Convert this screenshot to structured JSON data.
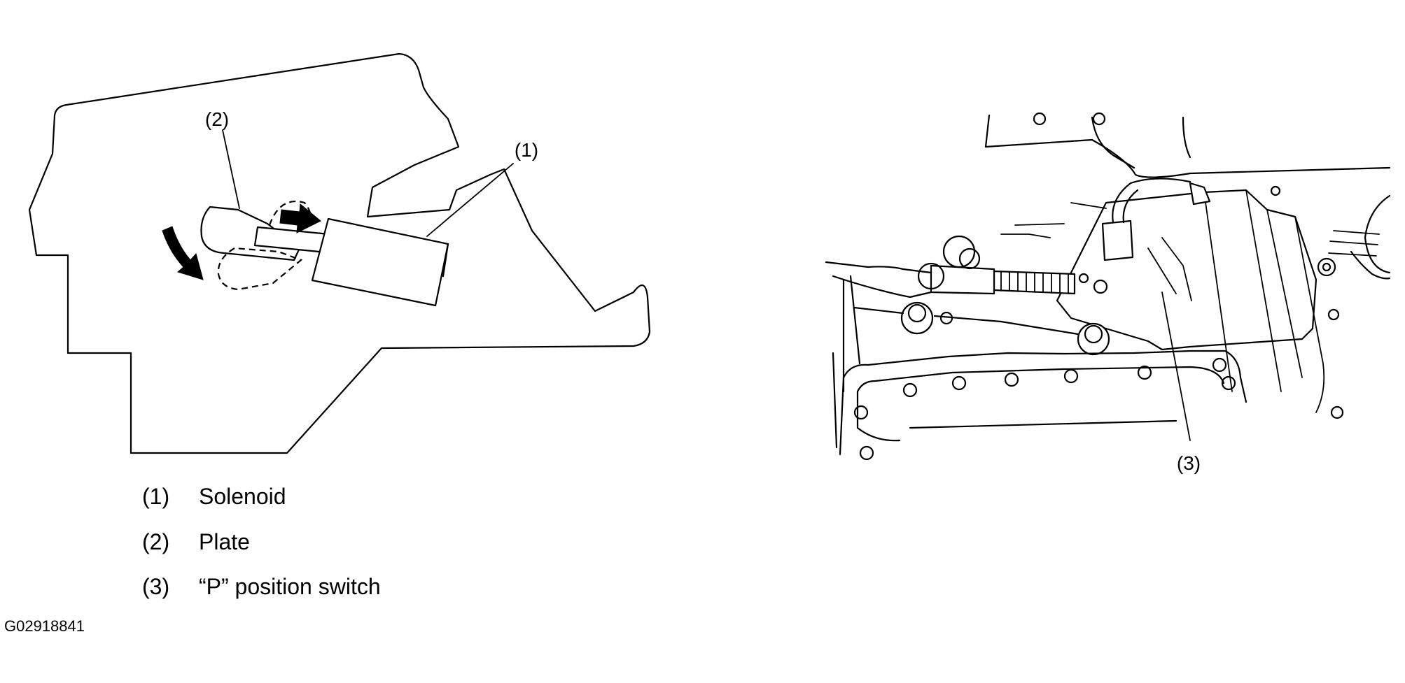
{
  "callouts": {
    "solenoid": "(1)",
    "plate": "(2)",
    "p_switch": "(3)"
  },
  "legend": [
    {
      "num": "(1)",
      "text": "Solenoid"
    },
    {
      "num": "(2)",
      "text": "Plate"
    },
    {
      "num": "(3)",
      "text": "“P” position switch"
    }
  ],
  "figure_code": "G02918841"
}
